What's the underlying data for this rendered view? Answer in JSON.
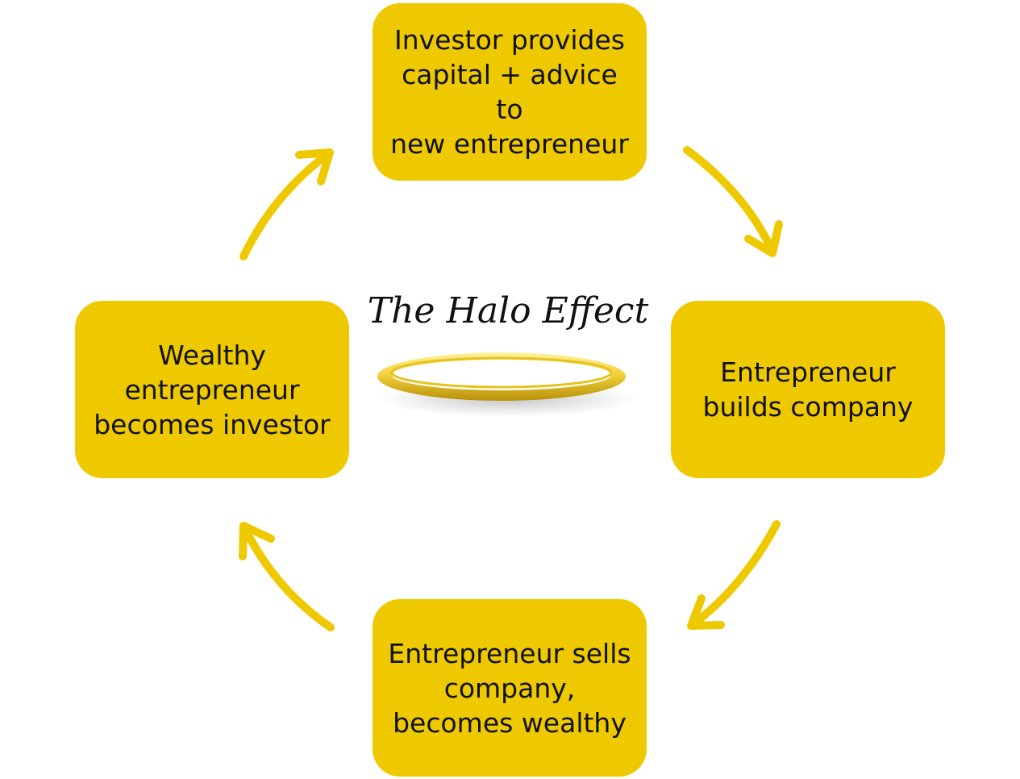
{
  "diagram": {
    "title": "The Halo Effect",
    "accent_color": "#EEC900",
    "arrow_color": "#EEC900",
    "nodes": [
      {
        "id": "top",
        "label": "Investor provides\ncapital + advice to\nnew entrepreneur"
      },
      {
        "id": "right",
        "label": "Entrepreneur\nbuilds company"
      },
      {
        "id": "bottom",
        "label": "Entrepreneur sells\ncompany,\nbecomes wealthy"
      },
      {
        "id": "left",
        "label": "Wealthy\nentrepreneur\nbecomes investor"
      }
    ],
    "edges": [
      {
        "from": "top",
        "to": "right"
      },
      {
        "from": "right",
        "to": "bottom"
      },
      {
        "from": "bottom",
        "to": "left"
      },
      {
        "from": "left",
        "to": "top"
      }
    ],
    "center_image": "halo-ring"
  }
}
